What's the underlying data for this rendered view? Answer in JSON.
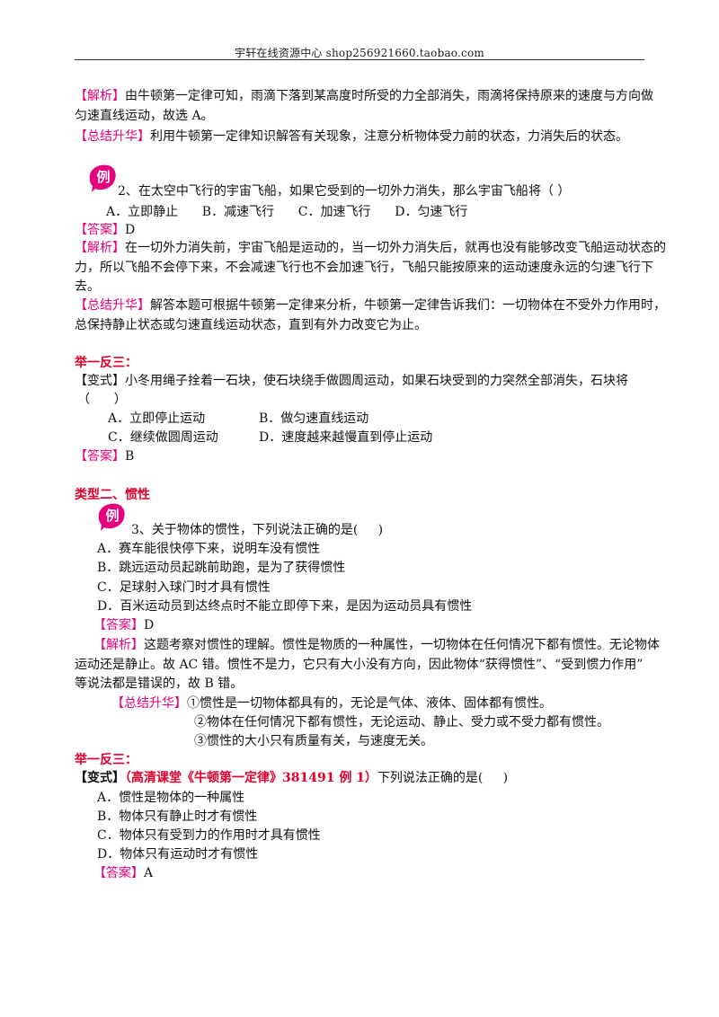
{
  "header": {
    "text": "宇轩在线资源中心   shop256921660.taobao.com"
  },
  "colors": {
    "tag": "#e6007e",
    "section": "#e0002a",
    "badge": "#e6007e"
  },
  "badge_label": "例",
  "block1": {
    "analysis_tag": "【解析】",
    "analysis_l1": "由牛顿第一定律可知，雨滴下落到某高度时所受的力全部消失，雨滴将保持原来的速度与方向做",
    "analysis_l2": "匀速直线运动，故选 A。",
    "summary_tag": "【总结升华】",
    "summary_l1": "利用牛顿第一定律知识解答有关现象，注意分析物体受力前的状态，力消失后的状态。"
  },
  "ex2": {
    "question": "2、在太空中飞行的宇宙飞船，如果它受到的一切外力消失，那么宇宙飞船将（      ）",
    "options": "A．立即静止      B．减速飞行      C．加速飞行      D．匀速飞行",
    "answer_tag": "【答案】",
    "answer": "D",
    "analysis_tag": "【解析】",
    "analysis_l1": "在一切外力消失前，宇宙飞船是运动的，当一切外力消失后，就再也没有能够改变飞船运动状态的",
    "analysis_l2": "力，所以飞船不会停下来，不会减速飞行也不会加速飞行，飞船只能按原来的运动速度永远的匀速飞行下",
    "analysis_l3": "去。",
    "summary_tag": "【总结升华】",
    "summary_l1": "解答本题可根据牛顿第一定律来分析，牛顿第一定律告诉我们：一切物体在不受外力作用时，",
    "summary_l2": "总保持静止状态或匀速直线运动状态，直到有外力改变它为止。"
  },
  "practice1": {
    "heading": "举一反三：",
    "tag": "【变式】",
    "question_l1": "小冬用绳子拴着一石块，使石块绕手做圆周运动，如果石块受到的力突然全部消失，石块将",
    "question_l2": "（      ）",
    "opt_a": "A．立即停止运动",
    "opt_b": "B．做匀速直线运动",
    "opt_c": "C．继续做圆周运动",
    "opt_d": "D．速度越来越慢直到停止运动",
    "answer_tag": "【答案】",
    "answer": "B"
  },
  "type2": {
    "heading": "类型二、惯性",
    "question": "3、关于物体的惯性，下列说法正确的是(     )",
    "opt_a": "A．赛车能很快停下来，说明车没有惯性",
    "opt_b": "B．跳远运动员起跳前助跑，是为了获得惯性",
    "opt_c": "C．足球射入球门时才具有惯性",
    "opt_d": "D．百米运动员到达终点时不能立即停下来，是因为运动员具有惯性",
    "answer_tag": "【答案】",
    "answer": "D",
    "analysis_tag": "【解析】",
    "analysis_l1": "这题考察对惯性的理解。惯性是物质的一种属性，一切物体在任何情况下都有惯性。无论物体",
    "analysis_l2": "运动还是静止。故 AC 错。惯性不是力，它只有大小没有方向，因此物体“获得惯性”、“受到惯力作用”",
    "analysis_l3": "等说法都是错误的，故 B 错。",
    "summary_tag": "【总结升华】",
    "summary_l1": "①惯性是一切物体都具有的，无论是气体、液体、固体都有惯性。",
    "summary_l2": "②物体在任何情况下都有惯性，无论运动、静止、受力或不受力都有惯性。",
    "summary_l3": "③惯性的大小只有质量有关，与速度无关。"
  },
  "practice2": {
    "heading": "举一反三：",
    "tag": "【变式】",
    "ref": "（高清课堂《牛顿第一定律》381491 例 1）",
    "question": "下列说法正确的是(     )",
    "opt_a": "A．惯性是物体的一种属性",
    "opt_b": "B．物体只有静止时才有惯性",
    "opt_c": "C．物体只有受到力的作用时才具有惯性",
    "opt_d": "D．物体只有运动时才有惯性",
    "answer_tag": "【答案】",
    "answer": "A"
  }
}
